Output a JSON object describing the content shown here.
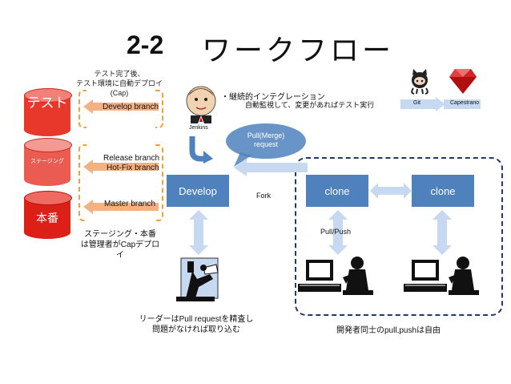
{
  "title": {
    "number": "2-2",
    "text": "ワークフロー"
  },
  "notes": {
    "test_deploy_line1": "テスト完了後、",
    "test_deploy_line2": "テスト環境に自動デプロイ(Cap)",
    "staging_prod_line1": "ステージング・本番",
    "staging_prod_line2": "は管理者がCapデプロ",
    "staging_prod_line3": "イ",
    "ci_title": "・継続的インテグレーション",
    "ci_detail": "自動監視して、変更があればテスト実行",
    "leader_line1": "リーダーはPull requestを精査し",
    "leader_line2": "問題がなければ取り込む",
    "dev_free": "開発者同士のpull,pushは自由"
  },
  "environments": {
    "test": "テスト",
    "staging": "ステージング",
    "production": "本番"
  },
  "branches": {
    "develop": "Develop branch",
    "release": "Release branch",
    "hotfix": "Hot-Fix branch",
    "master": "Master branch"
  },
  "tools": {
    "jenkins": "Jenkins",
    "git": "Git",
    "capistrano": "Capestrano"
  },
  "nodes": {
    "develop": "Develop",
    "clone1": "clone",
    "clone2": "clone"
  },
  "labels": {
    "pull_request": "Pull(Merge)\nrequest",
    "fork": "Fork",
    "pull_push": "Pull/Push"
  },
  "colors": {
    "test": "#e8382b",
    "staging": "#ea5c51",
    "production": "#dc1f17",
    "branch_arrow": "#f4b183",
    "node_blue": "#4f81bd",
    "light_arrow": "#c6d9f1",
    "group_border": "#1f3a6e"
  }
}
